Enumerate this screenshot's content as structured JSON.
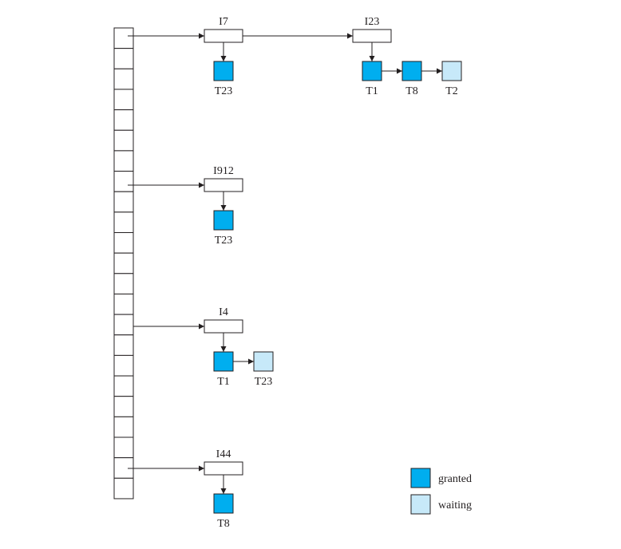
{
  "colors": {
    "granted": "#00aeef",
    "waiting": "#c7e9f9",
    "stroke": "#231f20"
  },
  "hash_table": {
    "slot_count": 23
  },
  "chains": [
    {
      "items": [
        {
          "name": "I7",
          "requests": [
            {
              "txn": "T23",
              "status": "granted"
            }
          ]
        },
        {
          "name": "I23",
          "requests": [
            {
              "txn": "T1",
              "status": "granted"
            },
            {
              "txn": "T8",
              "status": "granted"
            },
            {
              "txn": "T2",
              "status": "waiting"
            }
          ]
        }
      ]
    },
    {
      "items": [
        {
          "name": "I912",
          "requests": [
            {
              "txn": "T23",
              "status": "granted"
            }
          ]
        }
      ]
    },
    {
      "items": [
        {
          "name": "I4",
          "requests": [
            {
              "txn": "T1",
              "status": "granted"
            },
            {
              "txn": "T23",
              "status": "waiting"
            }
          ]
        }
      ]
    },
    {
      "items": [
        {
          "name": "I44",
          "requests": [
            {
              "txn": "T8",
              "status": "granted"
            }
          ]
        }
      ]
    }
  ],
  "legend": {
    "granted": "granted",
    "waiting": "waiting"
  }
}
